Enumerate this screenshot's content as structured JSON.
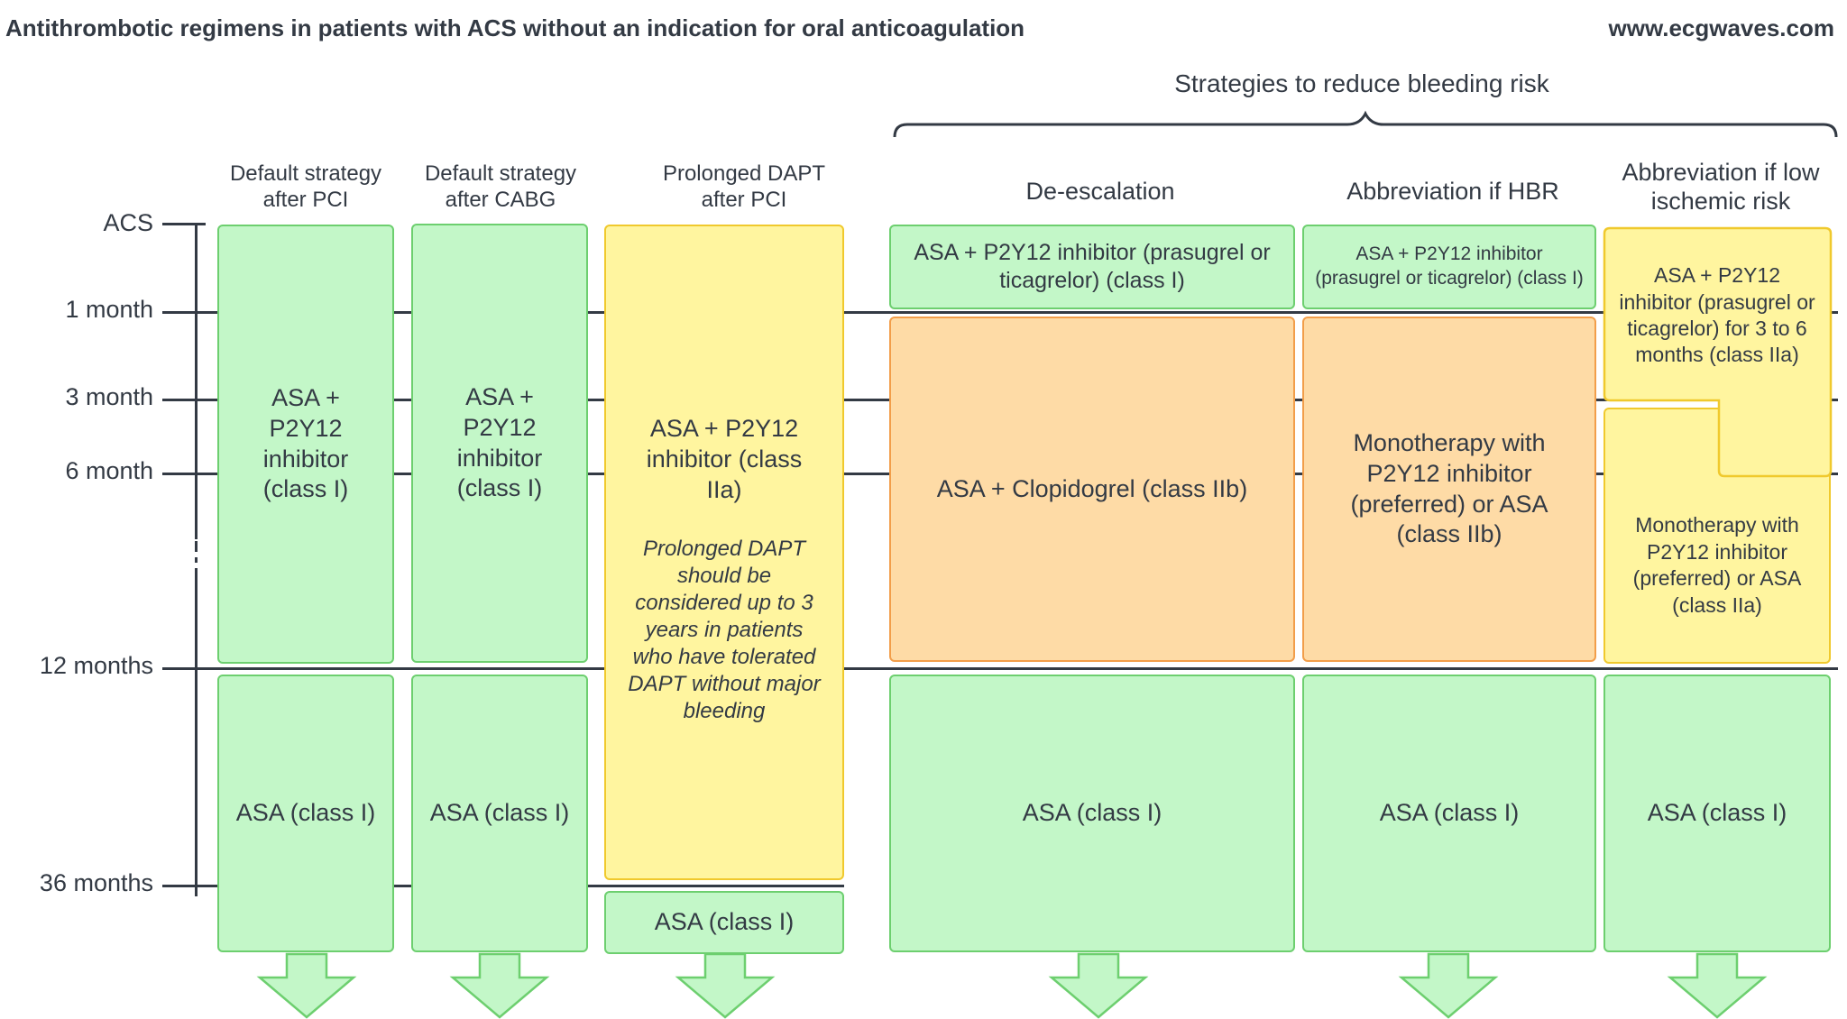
{
  "header": {
    "title": "Antithrombotic regimens in patients with ACS without an indication for oral anticoagulation",
    "website": "www.ecgwaves.com"
  },
  "strategy_group_label": "Strategies to reduce bleeding risk",
  "time_axis": [
    "ACS",
    "1 month",
    "3 month",
    "6 month",
    "12 months",
    "36 months"
  ],
  "columns": {
    "pci": {
      "header": "Default strategy after PCI",
      "first_phase": "ASA + P2Y12 inhibitor (class I)",
      "second_phase": "ASA (class I)"
    },
    "cabg": {
      "header": "Default strategy after CABG",
      "first_phase": "ASA + P2Y12 inhibitor (class I)",
      "second_phase": "ASA (class I)"
    },
    "prolonged": {
      "header": "Prolonged DAPT after PCI",
      "main": "ASA + P2Y12 inhibitor (class IIa)",
      "note": "Prolonged DAPT should be considered up to 3 years in patients who have tolerated DAPT without major bleeding",
      "after": "ASA (class I)"
    },
    "deescalation": {
      "header": "De-escalation",
      "first_phase": "ASA + P2Y12 inhibitor (prasugrel or ticagrelor) (class I)",
      "second_phase": "ASA + Clopidogrel (class IIb)",
      "third_phase": "ASA (class I)"
    },
    "hbr": {
      "header": "Abbreviation if HBR",
      "first_phase": "ASA + P2Y12 inhibitor (prasugrel or ticagrelor) (class I)",
      "second_phase": "Monotherapy with P2Y12 inhibitor (preferred) or ASA (class IIb)",
      "third_phase": "ASA (class I)"
    },
    "low_ischemic": {
      "header": "Abbreviation if low ischemic risk",
      "first_phase": "ASA + P2Y12 inhibitor (prasugrel or ticagrelor) for 3 to 6 months (class IIa)",
      "second_phase": "Monotherapy with P2Y12 inhibitor (preferred) or ASA (class IIa)",
      "third_phase": "ASA (class I)"
    }
  },
  "colors": {
    "green_fill": "#c3f7c8",
    "green_border": "#6dcf6f",
    "yellow_fill": "#fff59f",
    "yellow_border": "#f0c92d",
    "orange_fill": "#fedba6",
    "orange_border": "#f29e4a",
    "line": "#333a44"
  }
}
